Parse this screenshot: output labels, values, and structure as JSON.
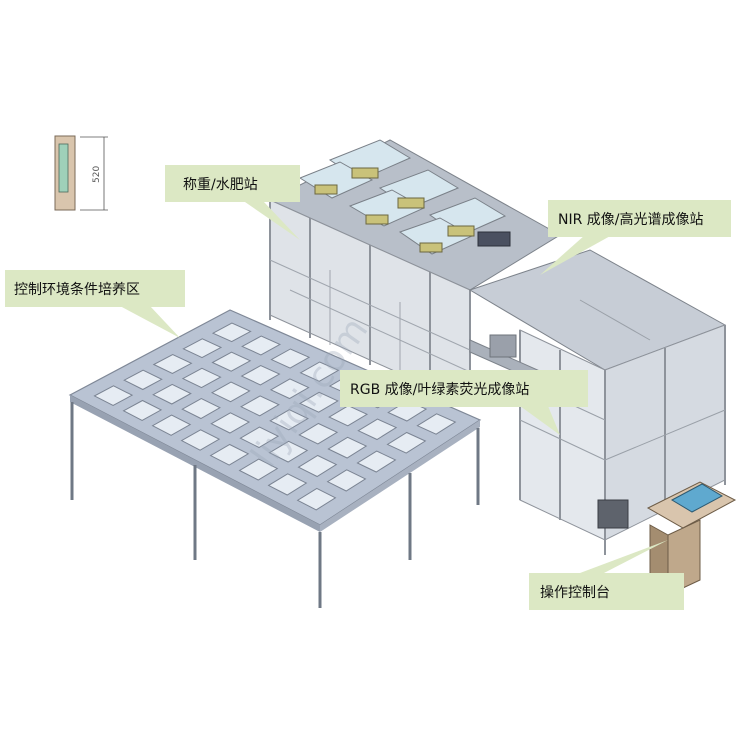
{
  "callouts": {
    "weighing": "称重/水肥站",
    "nir": "NIR 成像/高光谱成像站",
    "culture": "控制环境条件培养区",
    "rgb": "RGB 成像/叶绿素荧光成像站",
    "console": "操作控制台"
  },
  "dimension_label": "520",
  "watermark": "liyiqi.com",
  "colors": {
    "callout_bg": "#dce8c4",
    "frame": "#8e939b",
    "table_top": "#b9c3d3",
    "tile": "#e6ecf3",
    "glass": "#cdd5df",
    "screen": "#5fa9cf"
  }
}
